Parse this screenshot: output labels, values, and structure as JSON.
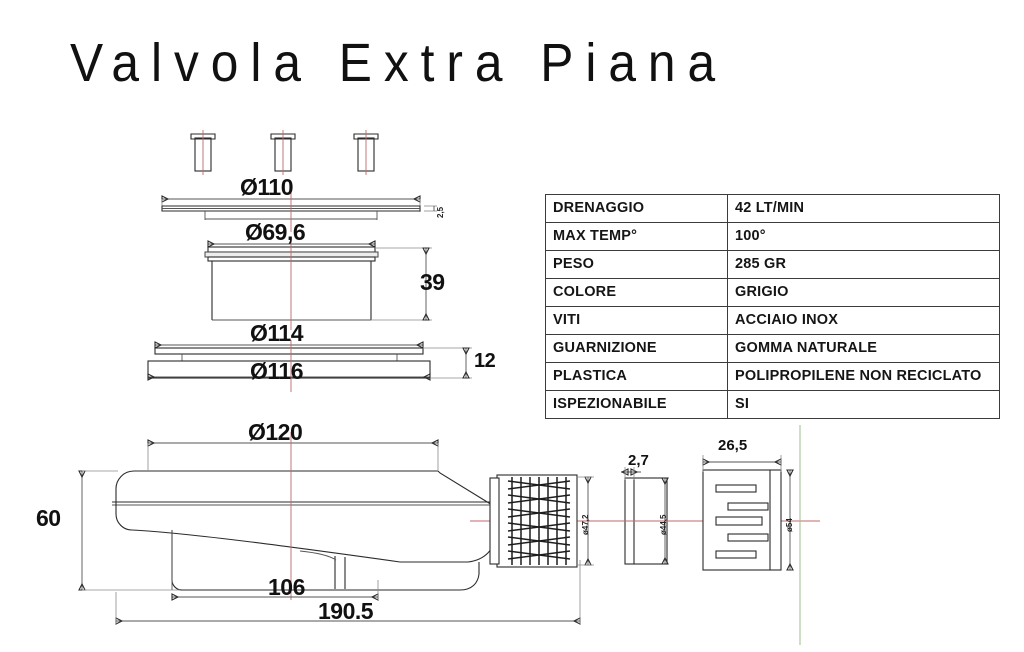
{
  "drawing": {
    "title": "Valvola Extra Piana",
    "units_note": "",
    "centerline_color": "#c06a6a",
    "line_color": "#2b2b2b"
  },
  "spec_table": {
    "rows": [
      {
        "key": "DRENAGGIO",
        "value": "42 LT/MIN"
      },
      {
        "key": "MAX TEMP°",
        "value": "100°"
      },
      {
        "key": "PESO",
        "value": "285 GR"
      },
      {
        "key": "COLORE",
        "value": "GRIGIO"
      },
      {
        "key": "VITI",
        "value": "ACCIAIO INOX"
      },
      {
        "key": "GUARNIZIONE",
        "value": "GOMMA NATURALE"
      },
      {
        "key": "PLASTICA",
        "value": "POLIPROPILENE NON RECICLATO"
      },
      {
        "key": "ISPEZIONABILE",
        "value": "SI"
      }
    ]
  },
  "dimensions": {
    "cover_plate_dia": "Ø110",
    "cover_plate_thickness": "2,5",
    "inner_ring_dia": "Ø69,6",
    "body_cup_height": "39",
    "flange_upper_dia": "Ø114",
    "flange_lower_dia": "Ø116",
    "flange_height": "12",
    "main_top_dia": "Ø120",
    "main_height": "60",
    "base_length": "106",
    "total_length": "190.5",
    "thread_dia": "ø47,2",
    "ring_thickness": "2,7",
    "ring_dia": "ø44,5",
    "cage_width": "26,5",
    "cage_dia": "ø54"
  },
  "parts": {
    "screws_count": 3,
    "screw_label": "screw",
    "cover_plate_label": "cover-plate",
    "inner_cup_label": "inner-cup",
    "flange_label": "flange-ring",
    "main_body_label": "main-valve-body",
    "thread_label": "threaded-outlet",
    "gasket_label": "gasket-ring",
    "cage_label": "slotted-cage"
  }
}
